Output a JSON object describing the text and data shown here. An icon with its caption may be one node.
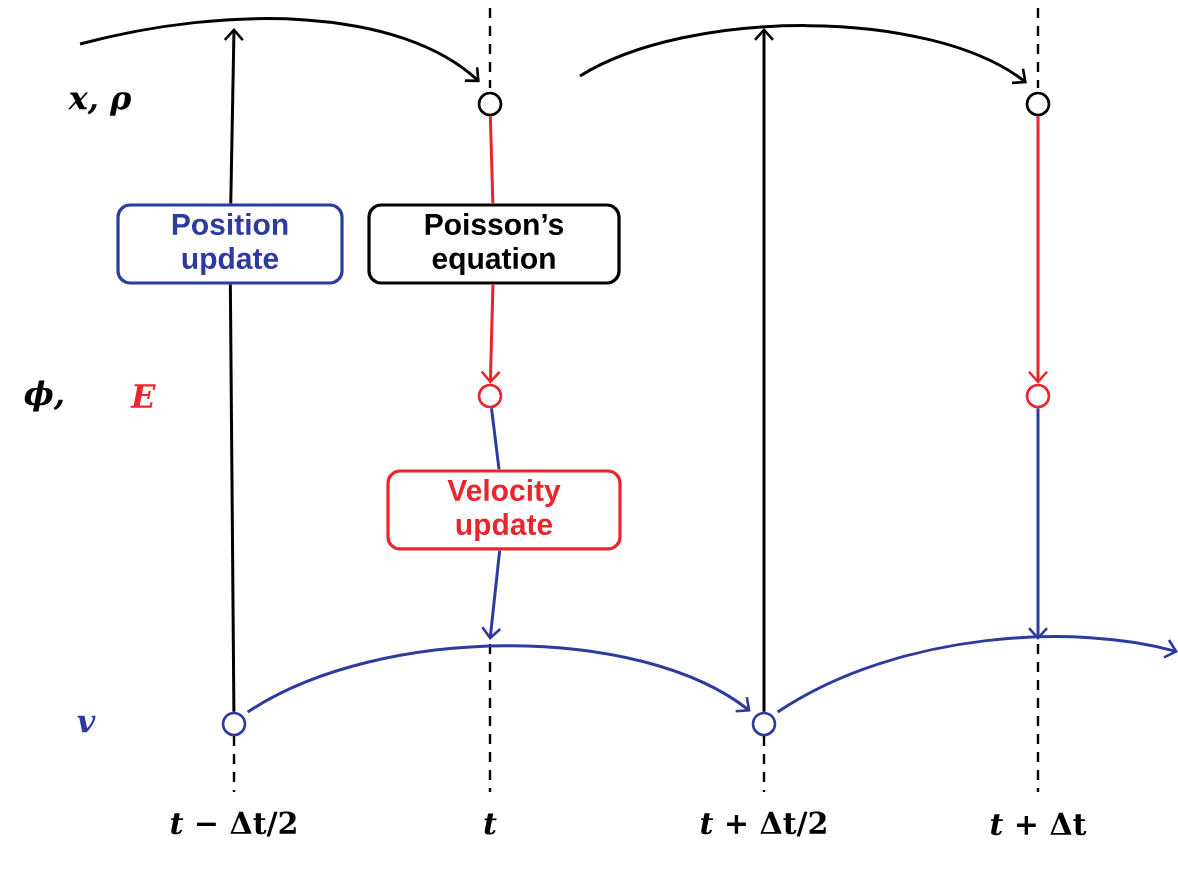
{
  "diagram": {
    "nodes": [
      {
        "text": [],
        "shape": "circle"
      },
      {
        "text": [],
        "shape": "circle"
      },
      {
        "text": [],
        "shape": "circle"
      },
      {
        "text": [],
        "shape": "circle"
      },
      {
        "text": [],
        "shape": "circle"
      },
      {
        "text": [],
        "shape": "circle"
      },
      {
        "text": [
          "Position update"
        ]
      },
      {
        "text": [
          "Poisson’s equation"
        ]
      },
      {
        "text": [
          "Velocity update"
        ]
      }
    ],
    "edges": [
      {
        "from": null,
        "to": 0,
        "arrow": "to"
      },
      {
        "from": 4,
        "to": 6,
        "arrow": "none"
      },
      {
        "from": 6,
        "to": null,
        "arrow": "to"
      },
      {
        "from": 0,
        "to": 7,
        "arrow": "none",
        "color": "#e8262b"
      },
      {
        "from": 7,
        "to": 1,
        "arrow": "to",
        "color": "#e8262b"
      },
      {
        "from": 1,
        "to": 8,
        "arrow": "none",
        "color": "#2e3b9e"
      },
      {
        "from": 8,
        "to": null,
        "arrow": "to",
        "color": "#2e3b9e"
      },
      {
        "from": null,
        "to": 2,
        "arrow": "to"
      },
      {
        "from": 5,
        "to": null,
        "arrow": "to"
      },
      {
        "from": 2,
        "to": 3,
        "arrow": "to",
        "color": "#e8262b"
      },
      {
        "from": 3,
        "to": null,
        "arrow": "to",
        "color": "#2e3b9e"
      },
      {
        "from": 4,
        "to": 5,
        "arrow": "to",
        "color": "#2e3b9e"
      },
      {
        "from": 5,
        "to": null,
        "arrow": "to",
        "color": "#2e3b9e"
      }
    ],
    "labels": [
      "x, ρ",
      "ϕ,",
      "E",
      "v",
      "*t* − Δt/2",
      "*t*",
      "*t* + Δt/2",
      "*t* + Δt"
    ]
  }
}
